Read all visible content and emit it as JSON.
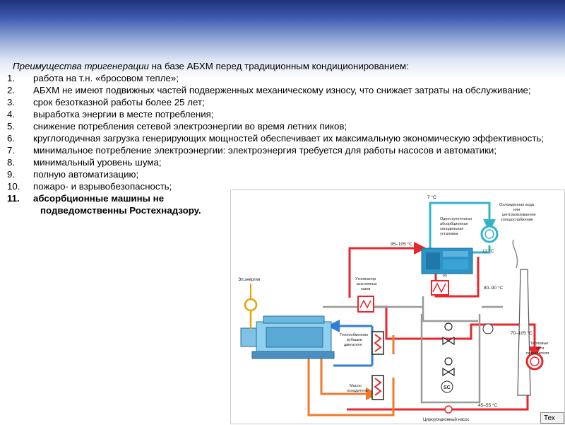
{
  "intro": {
    "title_italic": "Преимущества тригенерации",
    "title_rest": " на базе АБХМ перед традиционным кондиционированием:"
  },
  "advantages": [
    {
      "num": "1.",
      "text": "работа на т.н. «бросовом тепле»;"
    },
    {
      "num": "2.",
      "text": "АБХМ не имеют подвижных частей подверженных механическому износу, что снижает затраты на обслуживание;"
    },
    {
      "num": "3.",
      "text": "срок безотказной работы более 25 лет;"
    },
    {
      "num": "4.",
      "text": "выработка энергии в месте потребления;"
    },
    {
      "num": "5.",
      "text": "снижение потребления сетевой электроэнергии во время летних пиков;"
    },
    {
      "num": "6.",
      "text": "круглогодичная загрузка генерирующих мощностей обеспечивает их максимальную экономическую эффективность;"
    },
    {
      "num": "7.",
      "text": "минимальное потребление электроэнергии: электроэнергия требуется для работы насосов и автоматики;"
    },
    {
      "num": "8.",
      "text": "минимальный уровень шума;"
    },
    {
      "num": "9.",
      "text": "полную автоматизацию;"
    },
    {
      "num": "10.",
      "text": "пожаро- и взрывобезопасность;"
    },
    {
      "num": "11.",
      "text_line1": "абсорбционные машины не",
      "text_line2": "подведомственны Ростехнадзору."
    }
  ],
  "diagram": {
    "temp_7": "7 °C",
    "temp_12": "12 °C",
    "temp_95_105": "95–105 °C",
    "temp_80_90": "80–90 °C",
    "temp_70_105": "70–105 °C",
    "temp_45_55": "45–55 °C",
    "abhm_label": [
      "Одноступенчатая",
      "абсорбционная",
      "холодильная",
      "установка"
    ],
    "cooled_water_label": [
      "Охлажденная вода",
      "или",
      "централизованное",
      "холодоснабжение"
    ],
    "el_energy": "Эл.энергия",
    "exhaust_recovery": [
      "Утилизатор",
      "выхлопных",
      "газов"
    ],
    "jacket_exchanger": [
      "Теплообменник",
      "рубашки",
      "двигателя"
    ],
    "oil_cooler": [
      "Масло",
      "охладитель"
    ],
    "heat_network": [
      "Тепловые",
      "сети",
      "потребителя"
    ],
    "circ_pump": "Циркуляционный насос",
    "sc_label": "SC"
  },
  "corner_button": "Тех",
  "colors": {
    "hot": "#e8262c",
    "warm": "#f07a2a",
    "cold": "#2f7fd6",
    "chilled": "#31b4c8",
    "grey_pipe": "#9a9a9a",
    "machine": "#2d94c8"
  }
}
